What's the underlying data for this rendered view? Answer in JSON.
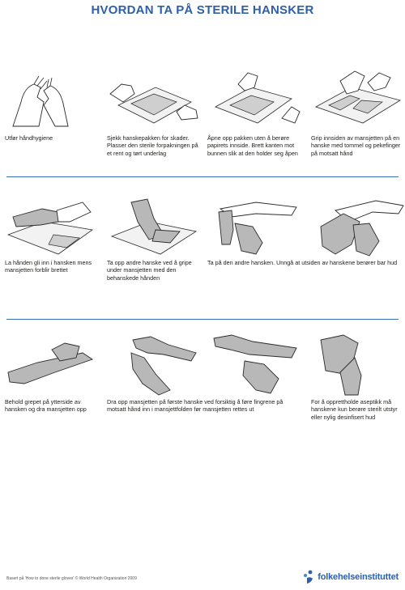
{
  "title": "HVORDAN TA PÅ STERILE HANSKER",
  "steps": [
    {
      "caption": "Utfør håndhygiene",
      "icon": "hand-hygiene-icon"
    },
    {
      "caption": "Sjekk hanskepakken for skader. Plasser den sterile forpakningen på et rent og tørt underlag",
      "icon": "glove-package-icon"
    },
    {
      "caption": "Åpne opp pakken uten å berøre papirets innside. Brett kanten mot bunnen slik at den holder seg åpen",
      "icon": "open-package-icon"
    },
    {
      "caption": "Grip innsiden av mansjetten på en hanske med tommel og pekefinger på motsatt hånd",
      "icon": "grip-cuff-icon"
    },
    {
      "caption": "La hånden gli inn i hansken mens mansjetten forblir brettet",
      "icon": "slide-hand-in-icon"
    },
    {
      "caption": "Ta opp andre hanske ved å gripe under mansjetten med den behanskede hånden",
      "icon": "pick-second-glove-icon"
    },
    {
      "caption": "Ta på den andre hansken. Unngå at utsiden av hanskene berører bar hud",
      "icon": "put-on-second-glove-icon"
    },
    {
      "caption": "",
      "icon": "second-glove-on-icon"
    },
    {
      "caption": "Behold grepet på ytterside av hansken og dra mansjetten opp",
      "icon": "pull-cuff-up-icon"
    },
    {
      "caption": "Dra opp mansjetten på første hanske ved forsiktig å føre fingrene på motsatt hånd inn i mansjettfolden før mansjetten rettes ut",
      "icon": "unfold-first-cuff-icon"
    },
    {
      "caption": "",
      "icon": "unfold-cuff-detail-icon"
    },
    {
      "caption": "For å opprettholde aseptikk må hanskene kun berøre sterilt utstyr eller nylig desinfisert hud",
      "icon": "clasped-gloved-hands-icon"
    }
  ],
  "footer": {
    "source": "Basert på 'How to done sterile gloves' © World Health Organization 2009",
    "logo_text": "folkehelseinstituttet"
  },
  "colors": {
    "accent": "#2e5fa9",
    "divider": "#3b6db3",
    "glove": "#b8b8b8"
  }
}
